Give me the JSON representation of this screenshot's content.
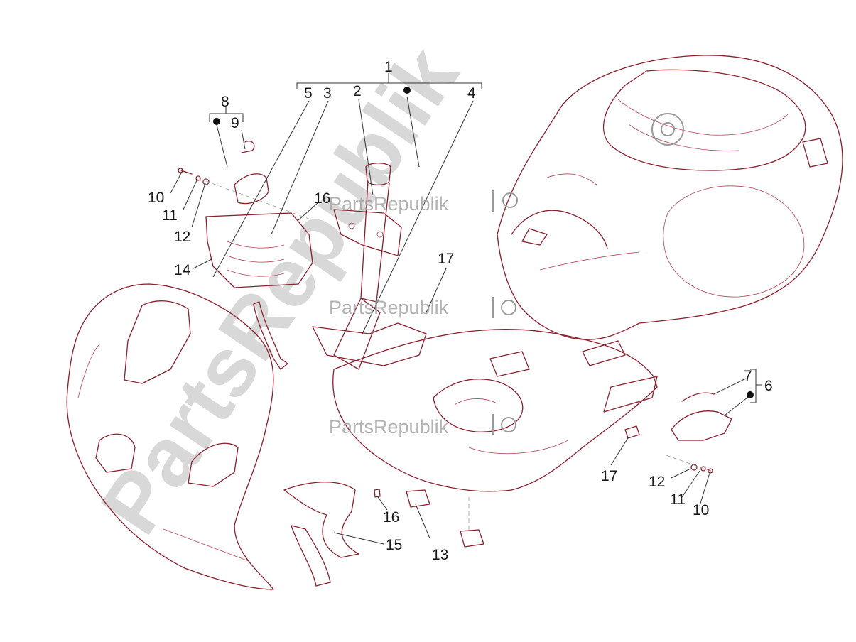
{
  "watermark": {
    "brand": "PartsRepublik",
    "big": "PartsRepublik"
  },
  "callouts": {
    "c1": "1",
    "c2": "2",
    "c3": "3",
    "c4": "4",
    "c5": "5",
    "c6": "6",
    "c7": "7",
    "c8": "8",
    "c9": "9",
    "c10a": "10",
    "c10b": "10",
    "c11a": "11",
    "c11b": "11",
    "c12a": "12",
    "c12b": "12",
    "c13": "13",
    "c14": "14",
    "c15": "15",
    "c16a": "16",
    "c16b": "16",
    "c17a": "17",
    "c17b": "17"
  },
  "colors": {
    "part_line": "#8a1f2c",
    "leader_line": "#333333",
    "watermark": "#9a9a9a"
  }
}
